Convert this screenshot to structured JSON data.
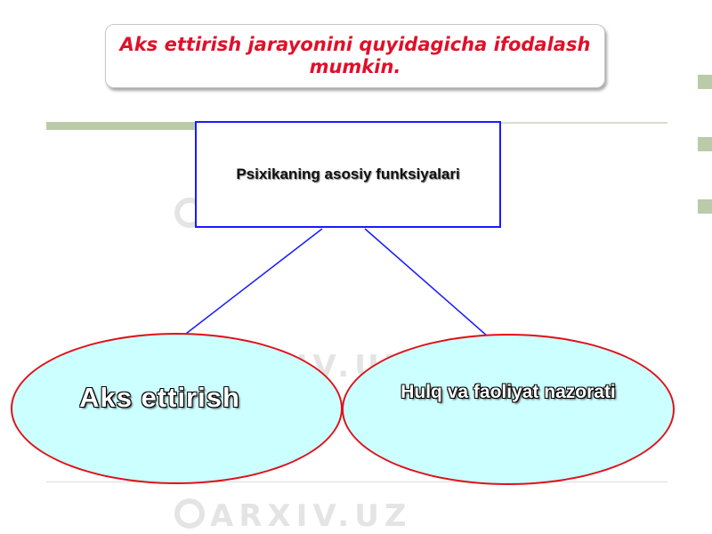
{
  "title": "Aks ettirish jarayonini quyidagicha ifodalash mumkin.",
  "center_node": "Psixikaning asosiy funksiyalari",
  "left_node": "Aks ettirish",
  "right_node": "Hulq va faoliyat nazorati",
  "watermark": "ARXIV.UZ",
  "colors": {
    "title_text": "#e0102a",
    "center_border": "#1a1aff",
    "ellipse_border": "#e0101a",
    "ellipse_fill": "#ccffff",
    "connector": "#1a1aff"
  }
}
